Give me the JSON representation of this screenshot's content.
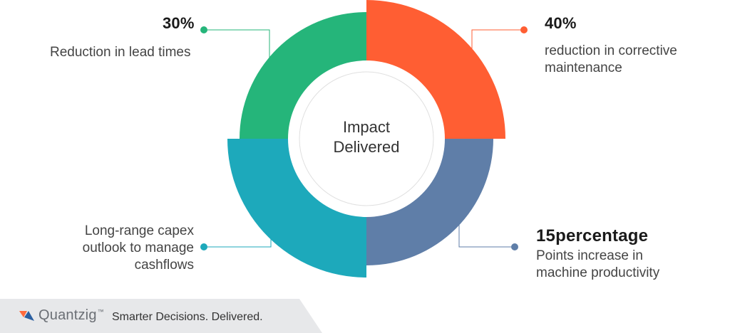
{
  "diagram": {
    "center_label": [
      "Impact",
      "Delivered"
    ],
    "segments": [
      {
        "position": "top-right",
        "color": "#ff5e33",
        "value": "40%",
        "description": [
          "reduction in corrective",
          "maintenance"
        ]
      },
      {
        "position": "bottom-right",
        "color": "#5f7ea8",
        "value": "15percentage",
        "description": [
          "Points increase in",
          "machine productivity"
        ]
      },
      {
        "position": "bottom-left",
        "color": "#1da9bb",
        "value": "",
        "description": [
          "Long-range capex",
          "outlook to manage",
          "cashflows"
        ]
      },
      {
        "position": "top-left",
        "color": "#25b57a",
        "value": "30%",
        "description": [
          "Reduction in lead times"
        ]
      }
    ]
  },
  "footer": {
    "brand": "Quantzig",
    "trademark": "™",
    "tagline": "Smarter Decisions. Delivered.",
    "logo_colors": [
      "#ff6a3d",
      "#2b5fa0"
    ],
    "background": "#e7e8ea"
  }
}
